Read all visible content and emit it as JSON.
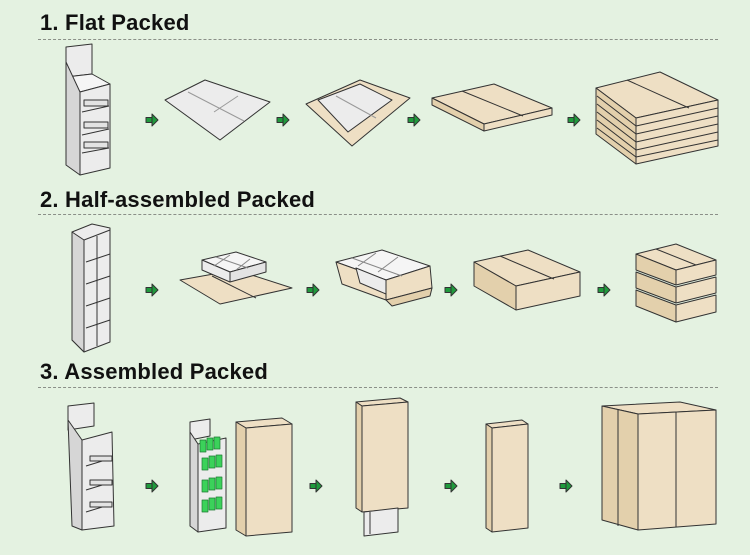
{
  "sections": [
    {
      "title": "1. Flat Packed"
    },
    {
      "title": "2. Half-assembled Packed"
    },
    {
      "title": "3. Assembled Packed"
    }
  ],
  "colors": {
    "background": "#e4f2e1",
    "arrow": "#1f9a3c",
    "cardboard": "#eedfc4",
    "display": "#ececec",
    "bottles": "#3bd25a"
  }
}
